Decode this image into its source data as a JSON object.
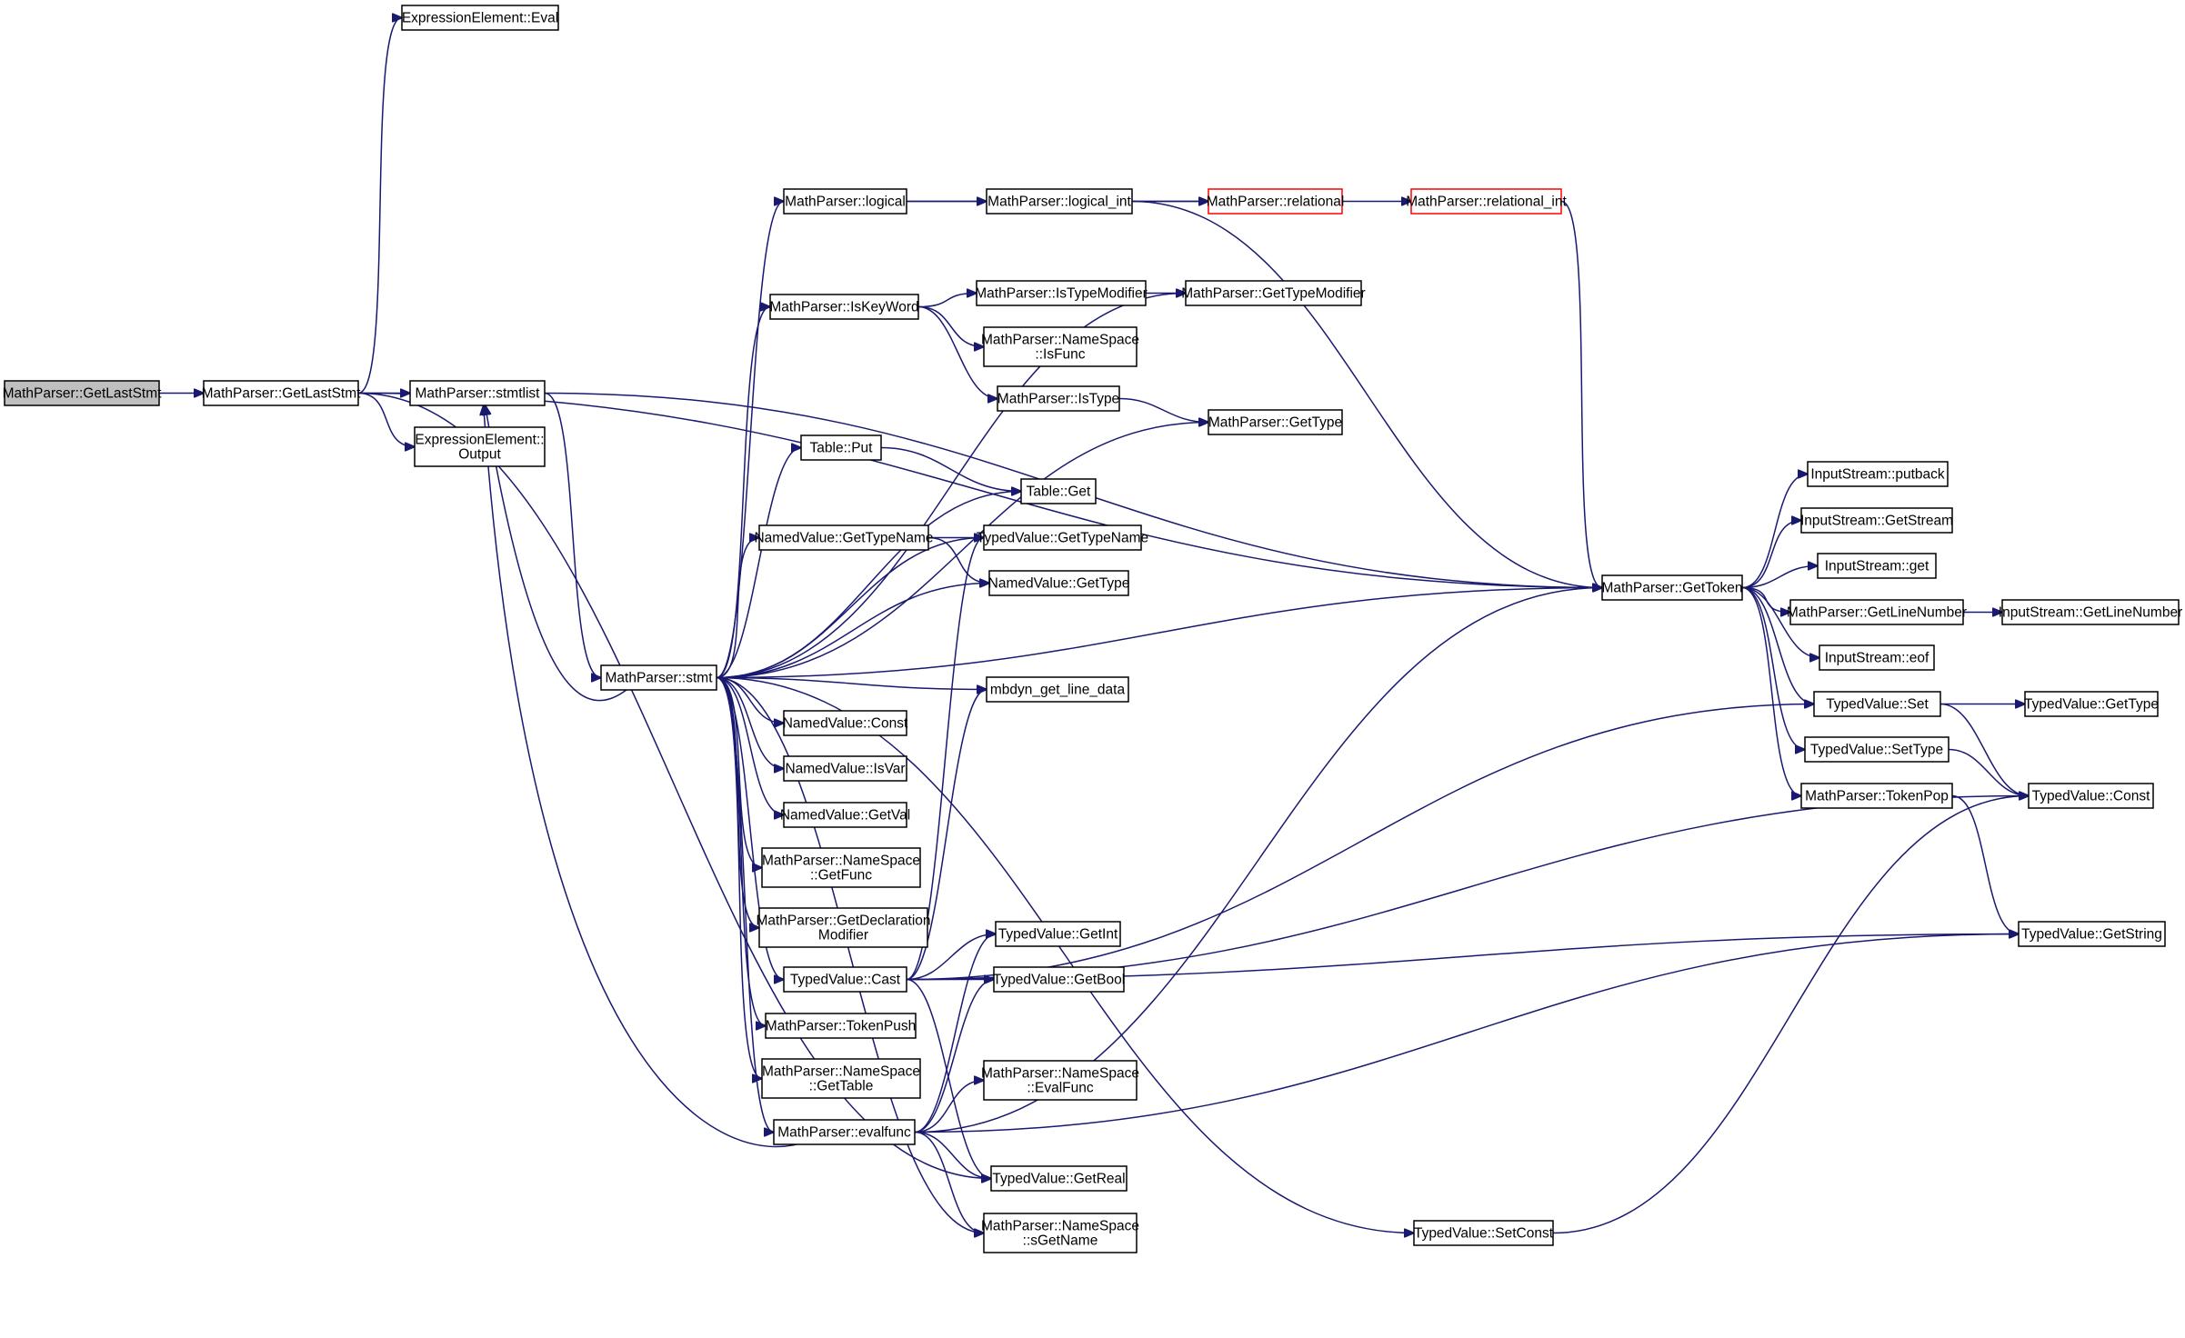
{
  "nodes": [
    {
      "id": "root",
      "lines": [
        "MathParser::GetLastStmt"
      ],
      "style": "root"
    },
    {
      "id": "getlaststmt",
      "lines": [
        "MathParser::GetLastStmt"
      ],
      "style": "normal"
    },
    {
      "id": "eval",
      "lines": [
        "ExpressionElement::Eval"
      ],
      "style": "normal"
    },
    {
      "id": "stmtlist",
      "lines": [
        "MathParser::stmtlist"
      ],
      "style": "normal"
    },
    {
      "id": "output",
      "lines": [
        "ExpressionElement::",
        "Output"
      ],
      "style": "normal"
    },
    {
      "id": "stmt",
      "lines": [
        "MathParser::stmt"
      ],
      "style": "normal"
    },
    {
      "id": "logical",
      "lines": [
        "MathParser::logical"
      ],
      "style": "normal"
    },
    {
      "id": "logical_int",
      "lines": [
        "MathParser::logical_int"
      ],
      "style": "normal"
    },
    {
      "id": "relational",
      "lines": [
        "MathParser::relational"
      ],
      "style": "red"
    },
    {
      "id": "relational_int",
      "lines": [
        "MathParser::relational_int"
      ],
      "style": "red"
    },
    {
      "id": "iskeyword",
      "lines": [
        "MathParser::IsKeyWord"
      ],
      "style": "normal"
    },
    {
      "id": "istypemodifier",
      "lines": [
        "MathParser::IsTypeModifier"
      ],
      "style": "normal"
    },
    {
      "id": "gettypemodifier",
      "lines": [
        "MathParser::GetTypeModifier"
      ],
      "style": "normal"
    },
    {
      "id": "isfunc",
      "lines": [
        "MathParser::NameSpace",
        "::IsFunc"
      ],
      "style": "normal"
    },
    {
      "id": "istype",
      "lines": [
        "MathParser::IsType"
      ],
      "style": "normal"
    },
    {
      "id": "gettype_mp",
      "lines": [
        "MathParser::GetType"
      ],
      "style": "normal"
    },
    {
      "id": "tableput",
      "lines": [
        "Table::Put"
      ],
      "style": "normal"
    },
    {
      "id": "tableget",
      "lines": [
        "Table::Get"
      ],
      "style": "normal"
    },
    {
      "id": "nv_gettypename",
      "lines": [
        "NamedValue::GetTypeName"
      ],
      "style": "normal"
    },
    {
      "id": "tv_gettypename",
      "lines": [
        "TypedValue::GetTypeName"
      ],
      "style": "normal"
    },
    {
      "id": "nv_gettype",
      "lines": [
        "NamedValue::GetType"
      ],
      "style": "normal"
    },
    {
      "id": "gettoken",
      "lines": [
        "MathParser::GetToken"
      ],
      "style": "normal"
    },
    {
      "id": "putback",
      "lines": [
        "InputStream::putback"
      ],
      "style": "normal"
    },
    {
      "id": "getstream",
      "lines": [
        "InputStream::GetStream"
      ],
      "style": "normal"
    },
    {
      "id": "is_get",
      "lines": [
        "InputStream::get"
      ],
      "style": "normal"
    },
    {
      "id": "mp_getlinenumber",
      "lines": [
        "MathParser::GetLineNumber"
      ],
      "style": "normal"
    },
    {
      "id": "is_getlinenumber",
      "lines": [
        "InputStream::GetLineNumber"
      ],
      "style": "normal"
    },
    {
      "id": "eof",
      "lines": [
        "InputStream::eof"
      ],
      "style": "normal"
    },
    {
      "id": "tv_set",
      "lines": [
        "TypedValue::Set"
      ],
      "style": "normal"
    },
    {
      "id": "tv_gettype",
      "lines": [
        "TypedValue::GetType"
      ],
      "style": "normal"
    },
    {
      "id": "tv_settype",
      "lines": [
        "TypedValue::SetType"
      ],
      "style": "normal"
    },
    {
      "id": "tv_const",
      "lines": [
        "TypedValue::Const"
      ],
      "style": "normal"
    },
    {
      "id": "tokenpop",
      "lines": [
        "MathParser::TokenPop"
      ],
      "style": "normal"
    },
    {
      "id": "tv_getstring",
      "lines": [
        "TypedValue::GetString"
      ],
      "style": "normal"
    },
    {
      "id": "mbdyn",
      "lines": [
        "mbdyn_get_line_data"
      ],
      "style": "normal"
    },
    {
      "id": "nv_const",
      "lines": [
        "NamedValue::Const"
      ],
      "style": "normal"
    },
    {
      "id": "nv_isvar",
      "lines": [
        "NamedValue::IsVar"
      ],
      "style": "normal"
    },
    {
      "id": "nv_getval",
      "lines": [
        "NamedValue::GetVal"
      ],
      "style": "normal"
    },
    {
      "id": "ns_getfunc",
      "lines": [
        "MathParser::NameSpace",
        "::GetFunc"
      ],
      "style": "normal"
    },
    {
      "id": "getdeclmod",
      "lines": [
        "MathParser::GetDeclaration",
        "Modifier"
      ],
      "style": "normal"
    },
    {
      "id": "tv_cast",
      "lines": [
        "TypedValue::Cast"
      ],
      "style": "normal"
    },
    {
      "id": "tv_getint",
      "lines": [
        "TypedValue::GetInt"
      ],
      "style": "normal"
    },
    {
      "id": "tv_getbool",
      "lines": [
        "TypedValue::GetBool"
      ],
      "style": "normal"
    },
    {
      "id": "tokenpush",
      "lines": [
        "MathParser::TokenPush"
      ],
      "style": "normal"
    },
    {
      "id": "ns_gettable",
      "lines": [
        "MathParser::NameSpace",
        "::GetTable"
      ],
      "style": "normal"
    },
    {
      "id": "ns_evalfunc",
      "lines": [
        "MathParser::NameSpace",
        "::EvalFunc"
      ],
      "style": "normal"
    },
    {
      "id": "evalfunc",
      "lines": [
        "MathParser::evalfunc"
      ],
      "style": "normal"
    },
    {
      "id": "tv_getreal",
      "lines": [
        "TypedValue::GetReal"
      ],
      "style": "normal"
    },
    {
      "id": "ns_sgetname",
      "lines": [
        "MathParser::NameSpace",
        "::sGetName"
      ],
      "style": "normal"
    },
    {
      "id": "tv_setconst",
      "lines": [
        "TypedValue::SetConst"
      ],
      "style": "normal"
    }
  ],
  "edges": [
    [
      "root",
      "getlaststmt"
    ],
    [
      "getlaststmt",
      "eval"
    ],
    [
      "getlaststmt",
      "gettoken"
    ],
    [
      "getlaststmt",
      "stmtlist"
    ],
    [
      "getlaststmt",
      "output"
    ],
    [
      "getlaststmt",
      "tv_getreal"
    ],
    [
      "stmtlist",
      "gettoken"
    ],
    [
      "stmtlist",
      "stmt"
    ],
    [
      "stmt",
      "stmtlist"
    ],
    [
      "stmt",
      "logical"
    ],
    [
      "stmt",
      "gettypemodifier"
    ],
    [
      "stmt",
      "iskeyword"
    ],
    [
      "stmt",
      "tableget"
    ],
    [
      "stmt",
      "gettype_mp"
    ],
    [
      "stmt",
      "tableput"
    ],
    [
      "stmt",
      "tv_gettypename"
    ],
    [
      "stmt",
      "nv_gettypename"
    ],
    [
      "stmt",
      "nv_gettype"
    ],
    [
      "stmt",
      "gettoken"
    ],
    [
      "stmt",
      "mbdyn"
    ],
    [
      "stmt",
      "nv_const"
    ],
    [
      "stmt",
      "nv_isvar"
    ],
    [
      "stmt",
      "nv_getval"
    ],
    [
      "stmt",
      "ns_getfunc"
    ],
    [
      "stmt",
      "getdeclmod"
    ],
    [
      "stmt",
      "tv_cast"
    ],
    [
      "stmt",
      "tokenpush"
    ],
    [
      "stmt",
      "ns_gettable"
    ],
    [
      "stmt",
      "evalfunc"
    ],
    [
      "stmt",
      "ns_sgetname"
    ],
    [
      "stmt",
      "tv_setconst"
    ],
    [
      "logical",
      "logical_int"
    ],
    [
      "logical",
      "relational"
    ],
    [
      "logical_int",
      "relational"
    ],
    [
      "logical_int",
      "gettoken"
    ],
    [
      "relational",
      "relational_int"
    ],
    [
      "relational_int",
      "gettoken"
    ],
    [
      "iskeyword",
      "istypemodifier"
    ],
    [
      "iskeyword",
      "isfunc"
    ],
    [
      "iskeyword",
      "istype"
    ],
    [
      "istypemodifier",
      "gettypemodifier"
    ],
    [
      "istype",
      "gettype_mp"
    ],
    [
      "tableput",
      "tableget"
    ],
    [
      "nv_gettypename",
      "tv_gettypename"
    ],
    [
      "nv_gettypename",
      "nv_gettype"
    ],
    [
      "gettoken",
      "putback"
    ],
    [
      "gettoken",
      "getstream"
    ],
    [
      "gettoken",
      "is_get"
    ],
    [
      "gettoken",
      "mp_getlinenumber"
    ],
    [
      "gettoken",
      "eof"
    ],
    [
      "gettoken",
      "tv_set"
    ],
    [
      "gettoken",
      "tv_settype"
    ],
    [
      "gettoken",
      "tokenpop"
    ],
    [
      "mp_getlinenumber",
      "is_getlinenumber"
    ],
    [
      "tv_set",
      "tv_gettype"
    ],
    [
      "tv_set",
      "tv_const"
    ],
    [
      "tv_settype",
      "tv_const"
    ],
    [
      "tokenpop",
      "tv_getstring"
    ],
    [
      "tv_cast",
      "tv_gettypename"
    ],
    [
      "tv_cast",
      "mbdyn"
    ],
    [
      "tv_cast",
      "tv_set"
    ],
    [
      "tv_cast",
      "tv_const"
    ],
    [
      "tv_cast",
      "tv_getstring"
    ],
    [
      "tv_cast",
      "tv_getint"
    ],
    [
      "tv_cast",
      "tv_getbool"
    ],
    [
      "tv_cast",
      "tv_getreal"
    ],
    [
      "evalfunc",
      "stmtlist"
    ],
    [
      "evalfunc",
      "gettoken"
    ],
    [
      "evalfunc",
      "tv_getint"
    ],
    [
      "evalfunc",
      "tv_getbool"
    ],
    [
      "evalfunc",
      "ns_evalfunc"
    ],
    [
      "evalfunc",
      "tv_getstring"
    ],
    [
      "evalfunc",
      "tv_getreal"
    ],
    [
      "evalfunc",
      "ns_sgetname"
    ],
    [
      "tv_setconst",
      "tv_const"
    ]
  ]
}
